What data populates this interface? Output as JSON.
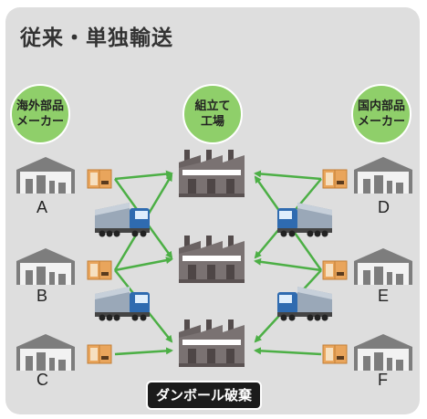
{
  "title": "従来・単独輸送",
  "circles": {
    "overseas": {
      "line1": "海外部品",
      "line2": "メーカー"
    },
    "assembly": {
      "line1": "組立て",
      "line2": "工場"
    },
    "domestic": {
      "line1": "国内部品",
      "line2": "メーカー"
    }
  },
  "suppliers": {
    "left": [
      "A",
      "B",
      "C"
    ],
    "right": [
      "D",
      "E",
      "F"
    ]
  },
  "badge": "ダンボール破棄",
  "colors": {
    "panel": "#dedede",
    "circle": "#8fcf6a",
    "arrow": "#4caf45",
    "warehouse": "#7d7d7d",
    "factory": "#7a7272",
    "box": "#e9a55c",
    "truck": "#2f6bb0"
  }
}
